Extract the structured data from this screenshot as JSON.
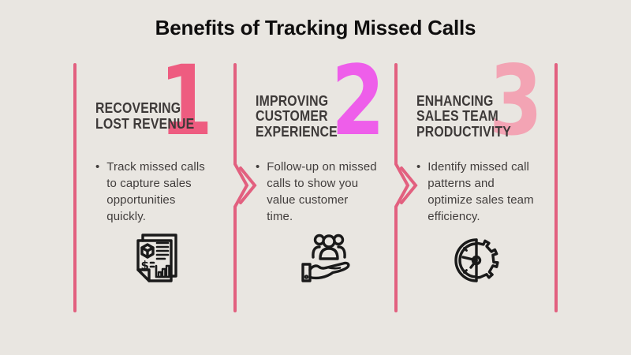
{
  "title": "Benefits of Tracking Missed Calls",
  "colors": {
    "background": "#e9e6e1",
    "divider": "#e2607f",
    "title": "#0f0e0e",
    "heading": "#3d3938",
    "body_text": "#413d3c",
    "icon_stroke": "#1a1a1a"
  },
  "steps": [
    {
      "number": "1",
      "number_color": "#ee5c80",
      "heading": "RECOVERING\nLOST REVENUE",
      "bullet_marker": "•",
      "bullet": "Track missed calls\nto capture sales\nopportunities\nquickly.",
      "icon": "financial-report-icon"
    },
    {
      "number": "2",
      "number_color": "#ee5eea",
      "heading": "IMPROVING\nCUSTOMER\nEXPERIENCE",
      "bullet_marker": "•",
      "bullet": "Follow-up on missed\ncalls to show you\nvalue customer\ntime.",
      "icon": "customer-care-hand-icon"
    },
    {
      "number": "3",
      "number_color": "#f3a4b4",
      "heading": "ENHANCING\nSALES TEAM\nPRODUCTIVITY",
      "bullet_marker": "•",
      "bullet": "Identify missed call\npatterns and\noptimize sales team\nefficiency.",
      "icon": "clock-gear-icon"
    }
  ]
}
